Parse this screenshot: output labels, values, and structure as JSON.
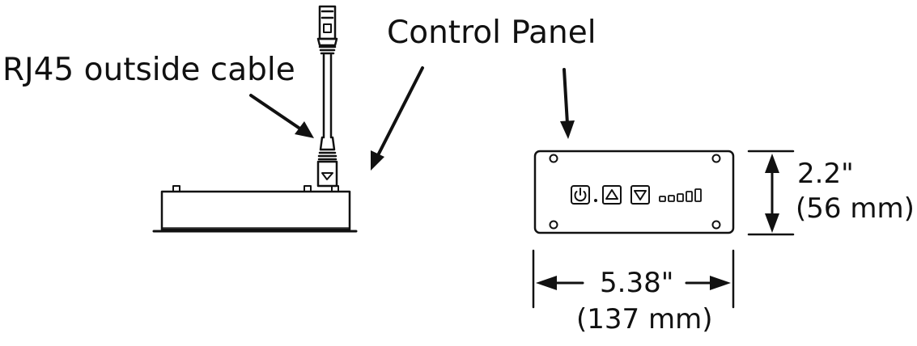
{
  "labels": {
    "cable": "RJ45 outside cable",
    "panel": "Control Panel"
  },
  "dimensions": {
    "height_in": "2.2\"",
    "height_mm": "(56 mm)",
    "width_in": "5.38\"",
    "width_mm": "(137 mm)"
  },
  "colors": {
    "line": "#111111",
    "background": "#ffffff"
  },
  "panel_icons": [
    "power-icon",
    "up-arrow-icon",
    "down-arrow-icon",
    "level-indicator-icon"
  ]
}
